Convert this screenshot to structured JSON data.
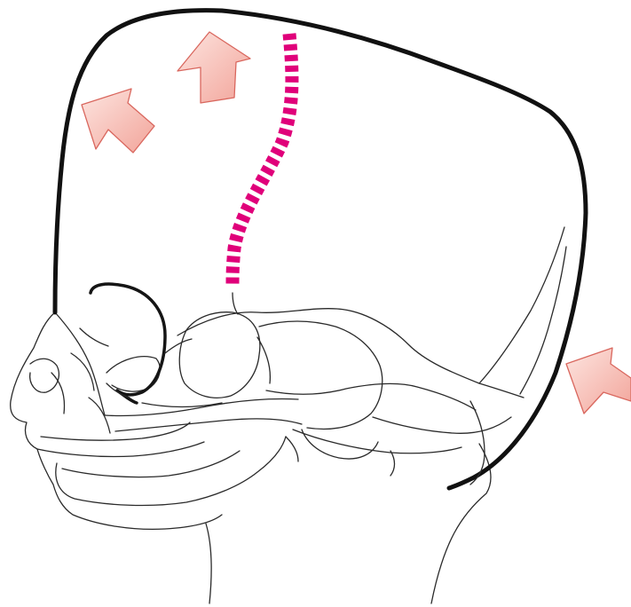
{
  "figure": {
    "subject": "skull-lateral-view",
    "colors": {
      "outline": "#111111",
      "detail": "#2a2a2a",
      "suture": "#e0007a",
      "arrow_fill_light": "#fde5e0",
      "arrow_fill_dark": "#f2a49a",
      "arrow_stroke": "#d9675e"
    },
    "arrow_count": 3,
    "icons": [
      "growth-direction-arrow",
      "coronal-suture-dashes"
    ]
  }
}
